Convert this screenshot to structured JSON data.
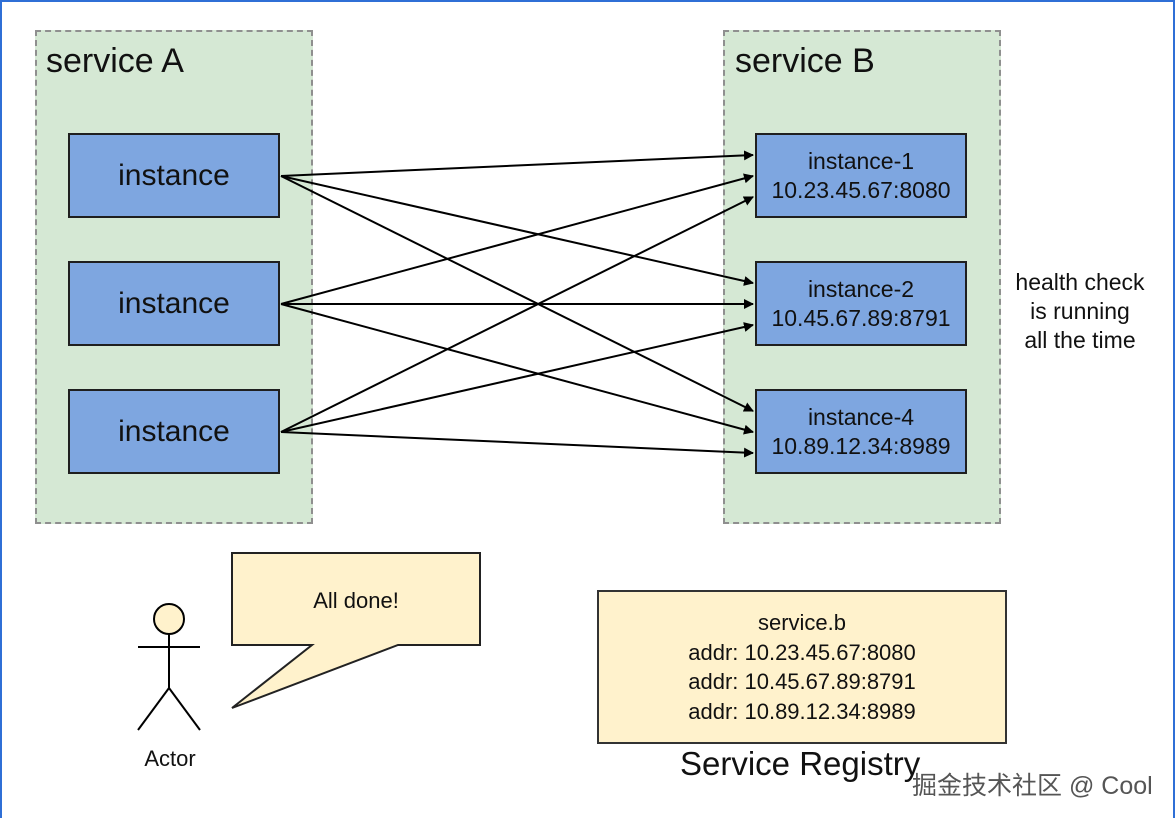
{
  "service_a": {
    "title": "service A",
    "instances": [
      "instance",
      "instance",
      "instance"
    ]
  },
  "service_b": {
    "title": "service B",
    "instances": [
      {
        "name": "instance-1",
        "addr": "10.23.45.67:8080"
      },
      {
        "name": "instance-2",
        "addr": "10.45.67.89:8791"
      },
      {
        "name": "instance-4",
        "addr": "10.89.12.34:8989"
      }
    ]
  },
  "health_check": [
    "health check",
    "is running",
    "all the time"
  ],
  "actor": {
    "label": "Actor",
    "speech": "All done!"
  },
  "registry": {
    "service": "service.b",
    "addrs": [
      "addr: 10.23.45.67:8080",
      "addr: 10.45.67.89:8791",
      "addr: 10.89.12.34:8989"
    ],
    "caption": "Service Registry"
  },
  "watermark": "掘金技术社区 @ Cool",
  "colors": {
    "group_fill": "#d5e8d4",
    "instance_fill": "#7ea6e0",
    "note_fill": "#fff2cc",
    "frame_border": "#2f6fd6"
  }
}
